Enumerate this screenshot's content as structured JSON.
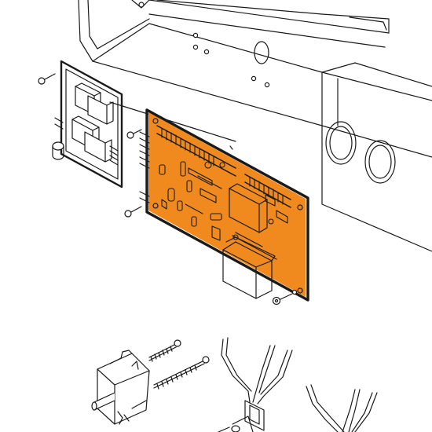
{
  "diagram": {
    "highlight_color": "#f08a1e",
    "line_color": "#1a1a1a",
    "parts": [
      {
        "id": "chassis-panel"
      },
      {
        "id": "relay-control-board"
      },
      {
        "id": "main-control-board",
        "highlighted": true
      },
      {
        "id": "rotary-switch"
      },
      {
        "id": "thermostat-sensor-wires"
      },
      {
        "id": "mounting-screws"
      }
    ]
  }
}
